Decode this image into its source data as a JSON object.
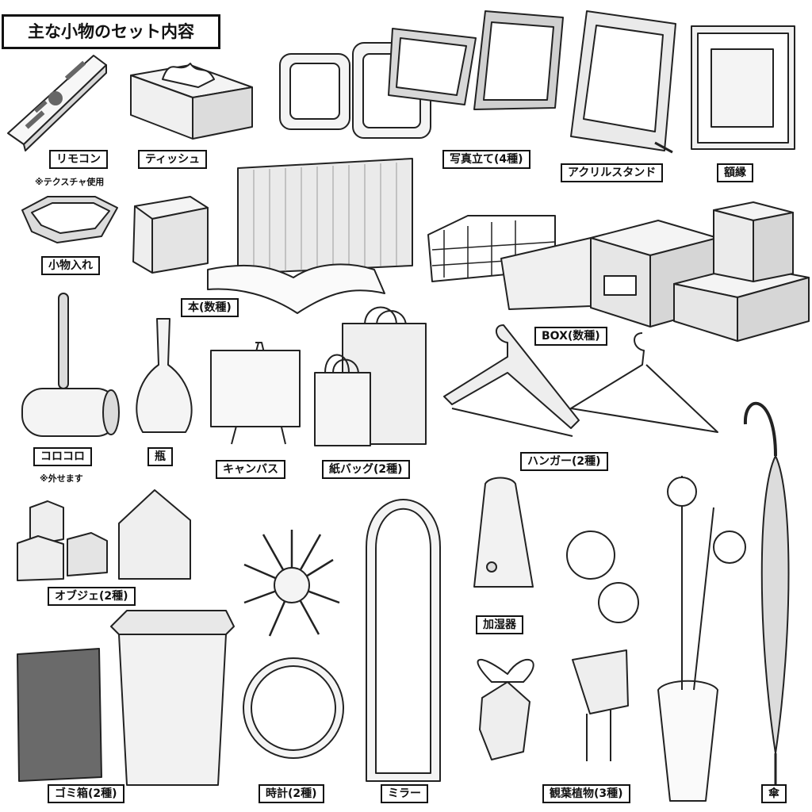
{
  "title": "主な小物のセット内容",
  "labels": {
    "remote": "リモコン",
    "remote_note": "※テクスチャ使用",
    "tissue": "ティッシュ",
    "photo_frames": "写真立て(4種)",
    "acrylic_stand": "アクリルスタンド",
    "frame": "額縁",
    "tray": "小物入れ",
    "books": "本(数種)",
    "box": "BOX(数種)",
    "roller": "コロコロ",
    "roller_note": "※外せます",
    "vase": "瓶",
    "canvas": "キャンバス",
    "paper_bag": "紙バッグ(2種)",
    "hanger": "ハンガー(2種)",
    "objet": "オブジェ(2種)",
    "humidifier": "加湿器",
    "trash": "ゴミ箱(2種)",
    "clock": "時計(2種)",
    "mirror": "ミラー",
    "plants": "観葉植物(3種)",
    "umbrella": "傘"
  }
}
